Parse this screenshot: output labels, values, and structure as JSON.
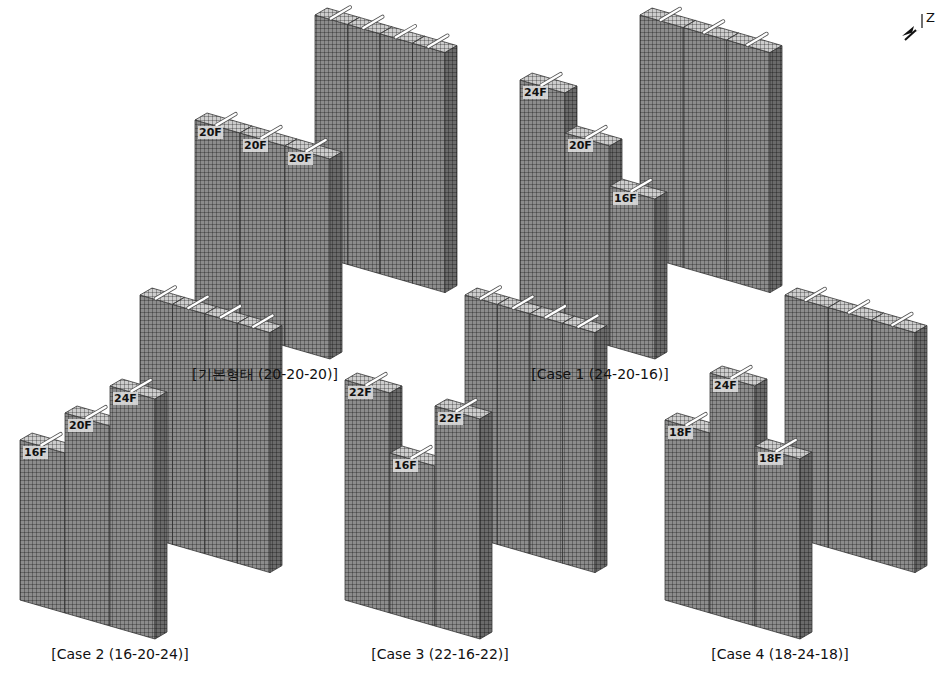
{
  "diagram": {
    "labels": [
      "20F",
      "20F",
      "20F",
      "[기본형태 (20-20-20)]",
      "24F",
      "20F",
      "16F",
      "[Case 1 (24-20-16)]",
      "16F",
      "20F",
      "24F",
      "[Case 2 (16-20-24)]",
      "22F",
      "16F",
      "22F",
      "[Case 3 (22-16-22)]",
      "18F",
      "24F",
      "18F",
      "[Case 4 (18-24-18)]",
      "Z"
    ]
  }
}
